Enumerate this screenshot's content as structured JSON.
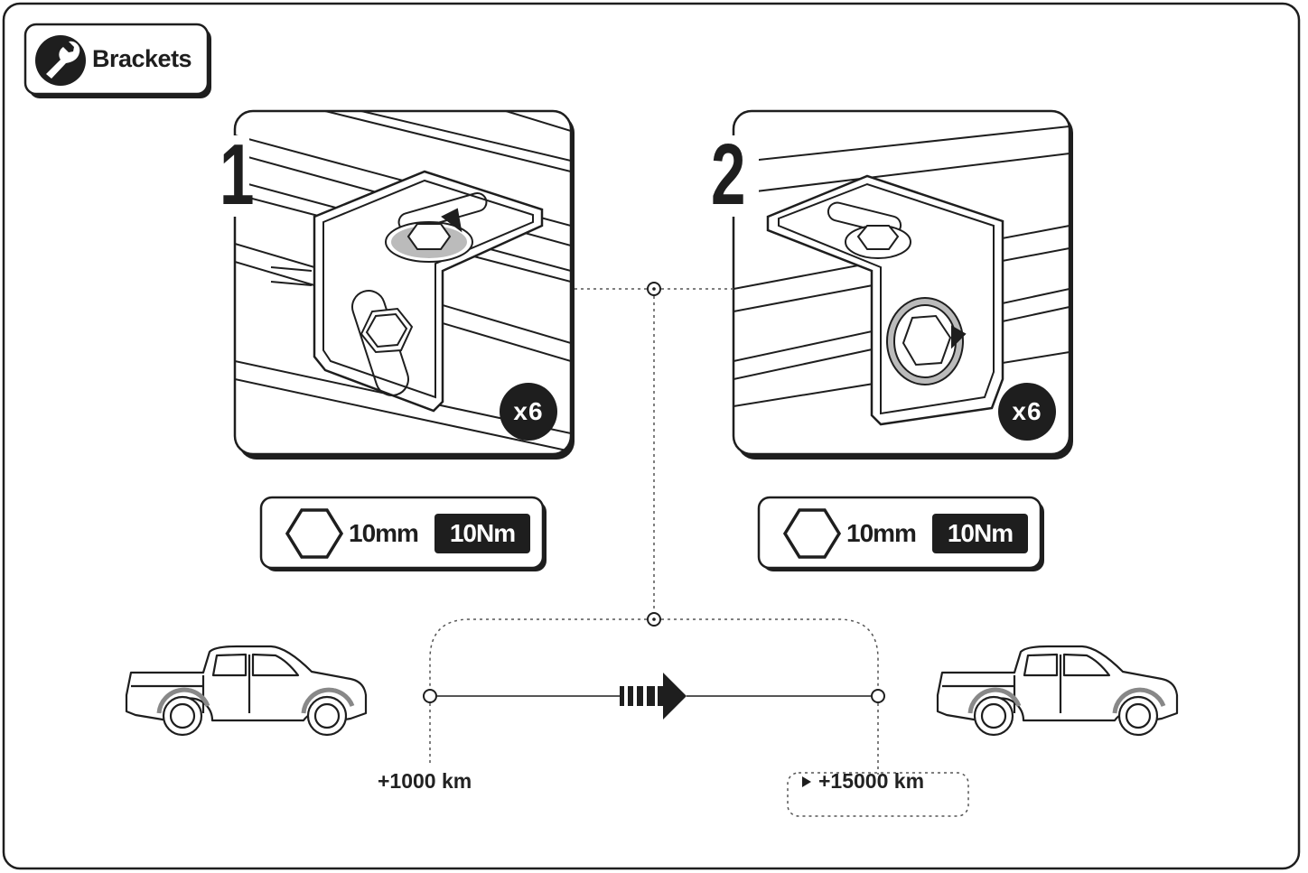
{
  "header": {
    "title": "Brackets",
    "icon": "wrench-icon"
  },
  "steps": [
    {
      "number": "1",
      "quantity": "x6",
      "tool_size": "10mm",
      "torque": "10Nm",
      "tool_icon": "hex-socket-icon"
    },
    {
      "number": "2",
      "quantity": "x6",
      "tool_size": "10mm",
      "torque": "10Nm",
      "tool_icon": "hex-socket-icon"
    }
  ],
  "timeline": {
    "start_label": "+1000 km",
    "end_label": "+15000 km",
    "icons": [
      "pickup-truck-icon",
      "arrow-right-icon",
      "pickup-truck-icon"
    ]
  },
  "colors": {
    "ink": "#1e1e1e",
    "paper": "#ffffff",
    "line": "#555555"
  }
}
